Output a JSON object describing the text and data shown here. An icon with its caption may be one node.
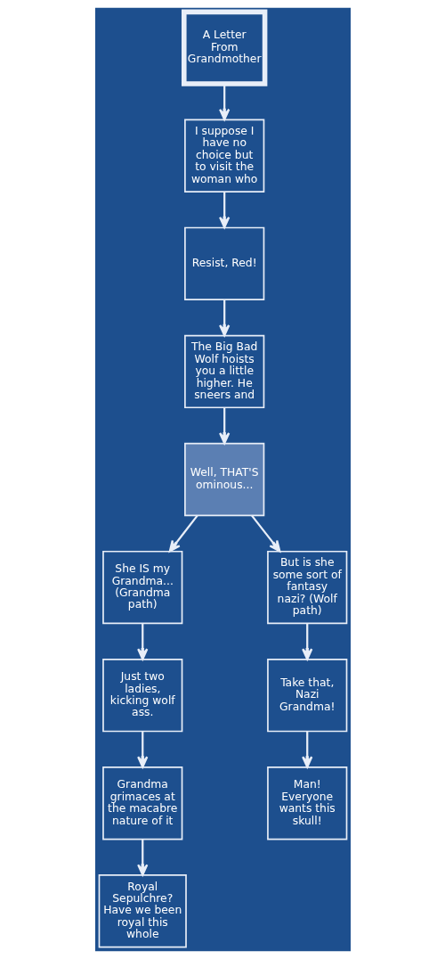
{
  "diagram": {
    "nodes": [
      {
        "text": [
          "A Letter From Grandmother"
        ]
      },
      {
        "text": [
          "I suppose I have no choice but to visit the woman who"
        ]
      },
      {
        "text": [
          "Resist, Red!"
        ]
      },
      {
        "text": [
          "The Big Bad Wolf hoists you a little higher. He sneers and"
        ]
      },
      {
        "text": [
          "Well, THAT'S ominous..."
        ]
      },
      {
        "text": [
          "She IS my Grandma... (Grandma path)"
        ]
      },
      {
        "text": [
          "But is she some sort of fantasy nazi? (Wolf path)"
        ]
      },
      {
        "text": [
          "Just two ladies, kicking wolf ass."
        ]
      },
      {
        "text": [
          "Take that, Nazi Grandma!"
        ]
      },
      {
        "text": [
          "Grandma grimaces at the macabre nature of it"
        ]
      },
      {
        "text": [
          "Man! Everyone wants this skull!"
        ]
      },
      {
        "text": [
          "Royal Sepulchre? Have we been royal this whole"
        ]
      }
    ],
    "edges": [
      {
        "from": 0,
        "to": 1,
        "arrow": "to"
      },
      {
        "from": 1,
        "to": 2,
        "arrow": "to"
      },
      {
        "from": 2,
        "to": 3,
        "arrow": "to"
      },
      {
        "from": 3,
        "to": 4,
        "arrow": "to"
      },
      {
        "from": 4,
        "to": 5,
        "arrow": "to"
      },
      {
        "from": 4,
        "to": 6,
        "arrow": "to"
      },
      {
        "from": 5,
        "to": 7,
        "arrow": "to"
      },
      {
        "from": 6,
        "to": 8,
        "arrow": "to"
      },
      {
        "from": 7,
        "to": 9,
        "arrow": "to"
      },
      {
        "from": 8,
        "to": 10,
        "arrow": "to"
      },
      {
        "from": 9,
        "to": 11,
        "arrow": "to"
      }
    ]
  }
}
